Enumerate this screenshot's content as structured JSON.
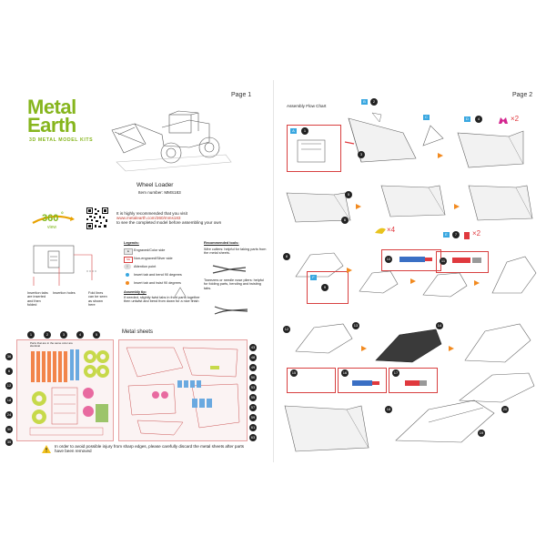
{
  "page1": {
    "page_label": "Page 1",
    "brand_line1": "Metal",
    "brand_line2": "Earth",
    "brand_tag": "3D METAL MODEL KITS",
    "model_name": "Wheel Loader",
    "item_number": "Item number: MMS183",
    "view360": {
      "number": "360",
      "degree": "°",
      "word": "view"
    },
    "visit_line": "It is highly recommended that you visit",
    "visit_url": "www.metalearth.com/360/mms183",
    "visit_tail": "to see the completed model before assembling your own",
    "legends": {
      "title": "Legends:",
      "items": [
        {
          "code": "E",
          "text": "Engraved/Color side"
        },
        {
          "code": "NE",
          "text": "Non-engraved/Silver side"
        },
        {
          "code": "!",
          "text": "Attention point"
        },
        {
          "code": "",
          "text": "Insert tab and bend 90 degrees"
        },
        {
          "code": "",
          "text": "Insert tab and twist 90 degrees"
        }
      ],
      "assembly_tip_title": "Assembly tip:",
      "assembly_tip_text": "If needed, slightly twist tabs in front parts together then untwist and bend from down for a nice finish"
    },
    "tools": {
      "title": "Recommended tools:",
      "items": [
        "Wire cutters: helpful for taking parts from the metal sheets.",
        "Tweezers or needle nose pliers: helpful for folding parts, bending and twisting tabs."
      ]
    },
    "insertion_labels": {
      "tabs": "Insertion tabs are inserted and then folded",
      "holes": "Insertion holes",
      "fold": "Fold lines can be seen as shown here"
    },
    "metal_sheets_title": "Metal sheets",
    "warning": "In order to avoid possible injury from sharp edges, please carefully discard the metal sheets after parts have been removed",
    "sheet_note": "Parts that are in the same color are identical",
    "sheet_a_left_numbers": [
      "36",
      "6",
      "12",
      "18",
      "24",
      "30",
      "35"
    ],
    "sheet_a_top_numbers": [
      "1",
      "2",
      "3",
      "4",
      "5"
    ],
    "sheet_b_right_numbers": [
      "43",
      "48",
      "49",
      "50",
      "53",
      "55",
      "57",
      "59",
      "61",
      "63"
    ]
  },
  "page2": {
    "page_label": "Page 2",
    "flow_title": "Assembly Flow Chart",
    "step_labels": [
      "1",
      "2",
      "3",
      "4",
      "5",
      "6",
      "7",
      "8",
      "9",
      "10",
      "11",
      "12",
      "13",
      "14",
      "15",
      "16",
      "17",
      "18",
      "19",
      "20"
    ],
    "mult": {
      "x2a": "×2",
      "x4": "×4",
      "x2b": "×2"
    },
    "tag_letters": [
      "A",
      "B",
      "C",
      "D",
      "E",
      "F"
    ]
  },
  "colors": {
    "brand_green": "#86b51d",
    "accent_orange": "#f28a1f",
    "step_blue": "#39a7e0",
    "highlight_red": "#e0393e",
    "magenta": "#d3268f"
  }
}
